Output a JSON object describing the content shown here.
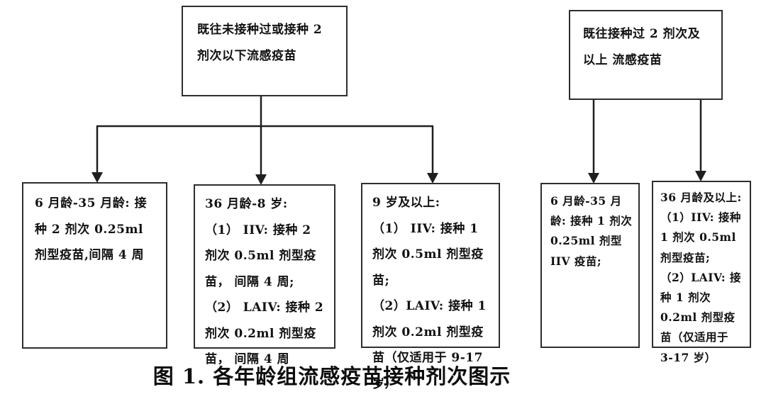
{
  "figure": {
    "caption": "图 1. 各年龄组流感疫苗接种剂次图示",
    "left_branch": {
      "root": "既往未接种过或接种 2 剂次以下流感疫苗",
      "children": {
        "age_6_35m": "6 月龄-35 月龄: 接种 2 剂次 0.25ml 剂型疫苗,间隔 4 周",
        "age_36m_8y": "36 月龄-8 岁:\n（1） IIV: 接种 2 剂次 0.5ml 剂型疫苗， 间隔 4 周;\n（2） LAIV: 接种 2 剂次 0.2ml 剂型疫苗， 间隔 4 周",
        "age_9y_plus": "9 岁及以上:\n（1） IIV: 接种 1 剂次 0.5ml 剂型疫苗;\n（2）LAIV: 接种 1 剂次 0.2ml 剂型疫苗（仅适用于 9-17 岁）"
      }
    },
    "right_branch": {
      "root": "既往接种过 2 剂次及以上 流感疫苗",
      "children": {
        "age_6_35m": "6 月龄-35 月龄: 接种 1 剂次 0.25ml 剂型 IIV 疫苗;",
        "age_36m_plus": "36 月龄及以上:\n（1）IIV: 接种 1 剂次 0.5ml 剂型疫苗;\n（2）LAIV: 接种 1 剂次 0.2ml 剂型疫苗（仅适用于 3-17 岁）"
      }
    },
    "colors": {
      "line": "#1f1f1f",
      "text": "#111111",
      "background": "#ffffff"
    }
  }
}
